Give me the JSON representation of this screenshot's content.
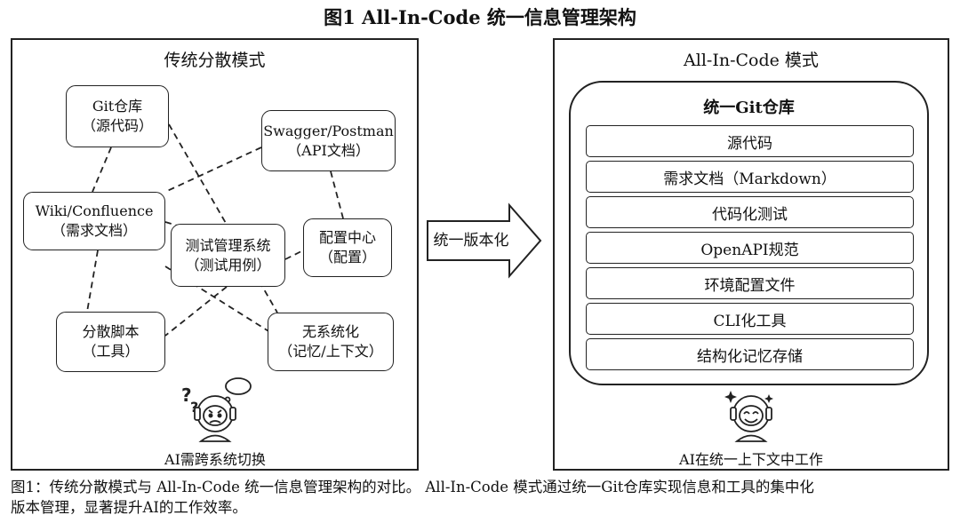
{
  "title": "图1 All-In-Code 统一信息管理架构",
  "left_panel": {
    "title": "传统分散模式",
    "nodes": {
      "git": [
        "Git仓库",
        "（源代码）"
      ],
      "swagger": [
        "Swagger/Postman",
        "（API文档）"
      ],
      "wiki": [
        "Wiki/Confluence",
        "（需求文档）"
      ],
      "test": [
        "测试管理系统",
        "（测试用例）"
      ],
      "config": [
        "配置中心",
        "（配置）"
      ],
      "scripts": [
        "分散脚本",
        "（工具）"
      ],
      "memory": [
        "无系统化",
        "（记忆/上下文）"
      ]
    },
    "ai_label": "AI需跨系统切换"
  },
  "arrow_label": "统一版本化",
  "right_panel": {
    "title": "All-In-Code 模式",
    "repo_title": "统一Git仓库",
    "layers": [
      "源代码",
      "需求文档（Markdown）",
      "代码化测试",
      "OpenAPI规范",
      "环境配置文件",
      "CLI化工具",
      "结构化记忆存储"
    ],
    "ai_label": "AI在统一上下文中工作"
  },
  "caption": {
    "line1": "图1：传统分散模式与 All-In-Code 统一信息管理架构的对比。 All-In-Code 模式通过统一Git仓库实现信息和工具的集中化",
    "line2": "版本管理，显著提升AI的工作效率。"
  }
}
